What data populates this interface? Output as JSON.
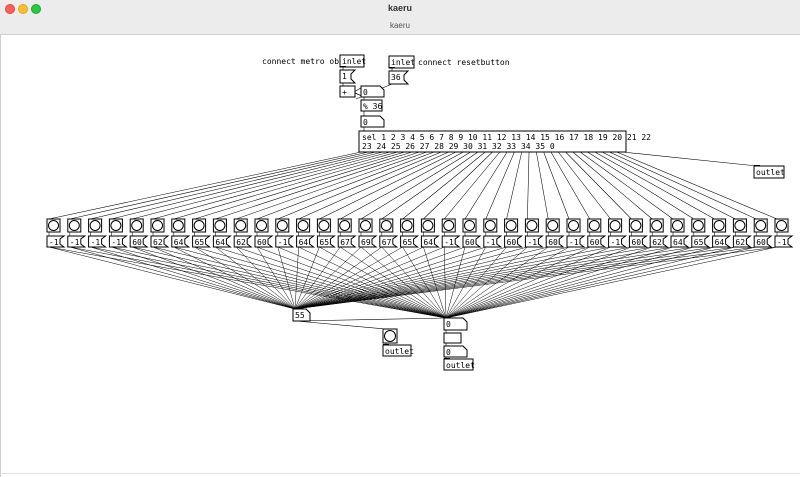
{
  "window": {
    "title": "kaeru",
    "subtitle": "kaeru"
  },
  "patch": {
    "comments": {
      "metro": "connect metro obj",
      "reset": "connect resetbutton"
    },
    "objects": {
      "inlet": "inlet",
      "outlet": "outlet",
      "plus": "+",
      "mod": "% 36",
      "sel_line1": "sel 1 2 3 4 5 6 7 8 9 10 11 12 13 14 15 16 17 18 19 20 21 22",
      "sel_line2": "23 24 25 26 27 28 29 30 31 32 33 34 35 0"
    },
    "number_boxes": {
      "step": "1",
      "reset_value": "36",
      "counter": "0",
      "index": "0",
      "collector": "55",
      "note_out": "0",
      "note_out2": "0"
    },
    "messages": [
      "-1",
      "-1",
      "-1",
      "-1",
      "60",
      "62",
      "64",
      "65",
      "64",
      "62",
      "60",
      "-1",
      "64",
      "65",
      "67",
      "69",
      "67",
      "65",
      "64",
      "-1",
      "60",
      "-1",
      "60",
      "-1",
      "60",
      "-1",
      "60",
      "-1",
      "60",
      "62",
      "64",
      "65",
      "64",
      "62",
      "60",
      "-1"
    ]
  }
}
